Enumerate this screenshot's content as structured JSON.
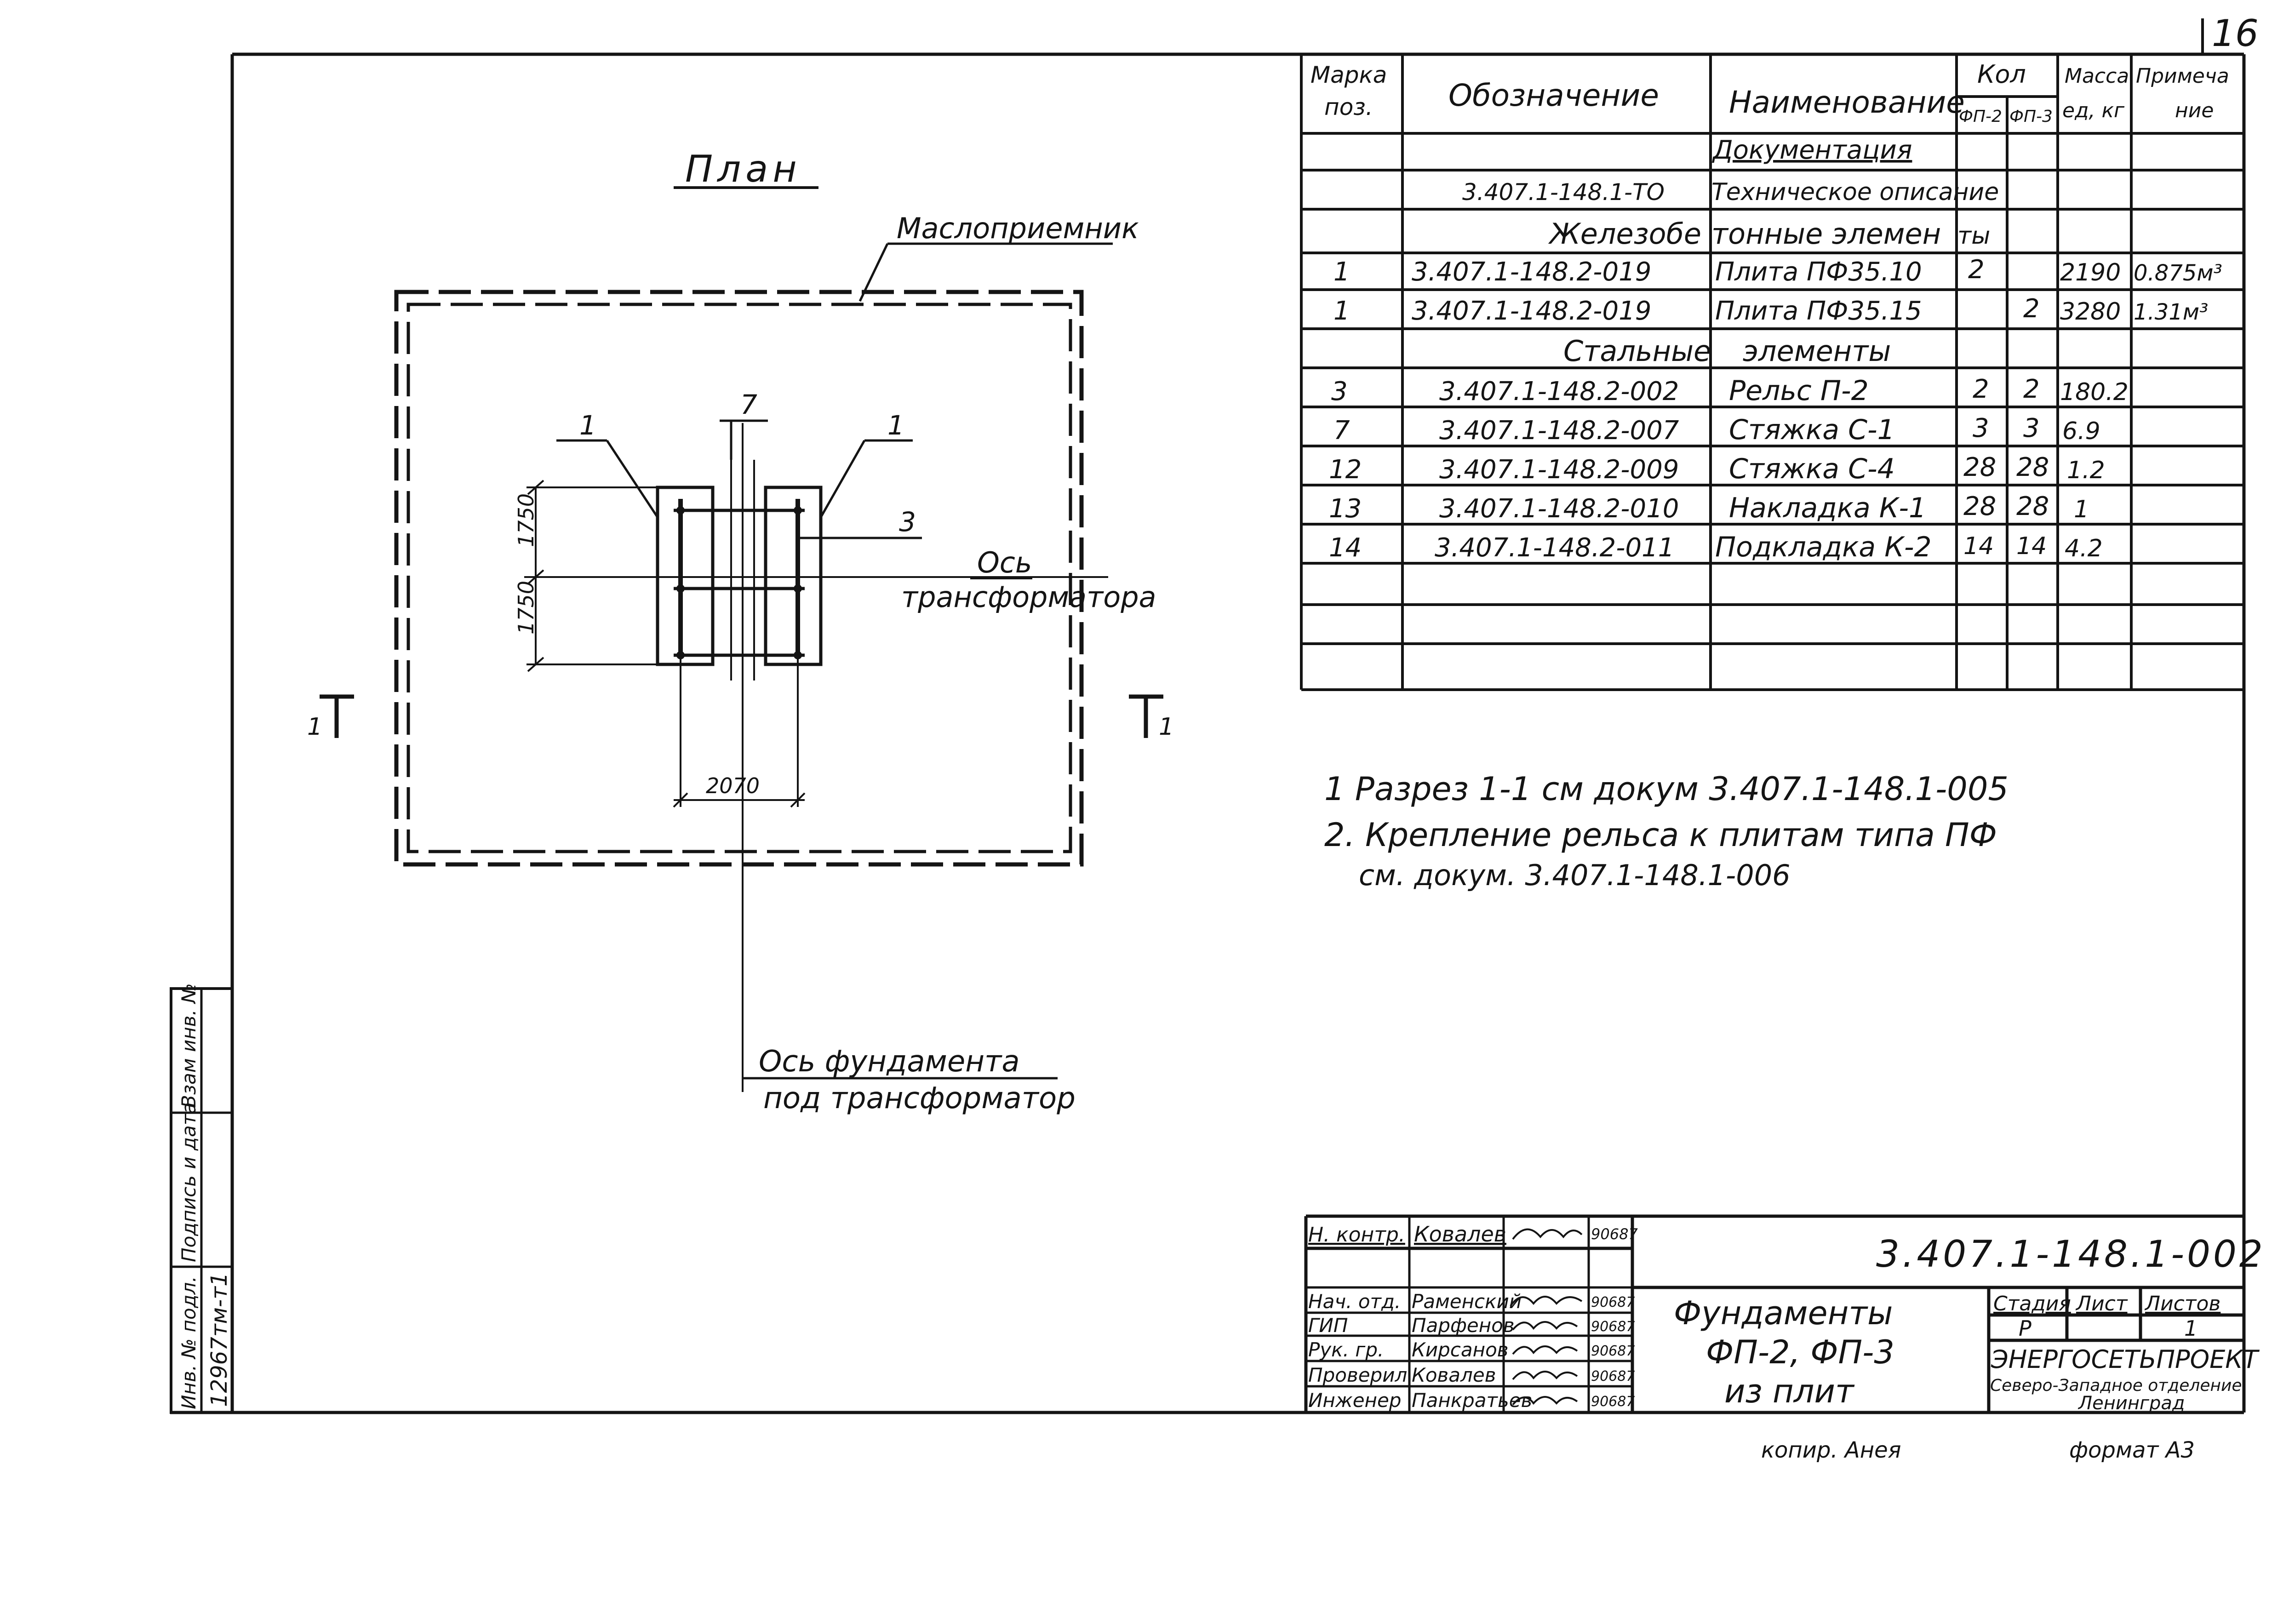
{
  "sheet": {
    "page_number": "16",
    "copier_note": "копир. Анея",
    "format_note": "формат А3"
  },
  "side_stamp": {
    "inv_original_label": "Инв. № подл.",
    "inv_original_value": "12967тм-т1",
    "signature_date_label": "Подпись и дата",
    "replace_inv_label": "Взам инв. №"
  },
  "plan": {
    "title": "План",
    "oil_receiver_label": "Маслоприемник",
    "transformer_axis_label_1": "Ось",
    "transformer_axis_label_2": "трансформатора",
    "foundation_axis_label_1": "Ось фундамента",
    "foundation_axis_label_2": "под трансформатор",
    "callout_1_left": "1",
    "callout_1_right": "1",
    "callout_7": "7",
    "callout_3": "3",
    "dim_1750_top": "1750",
    "dim_1750_bottom": "1750",
    "dim_2070": "2070",
    "section_mark_left": "1",
    "section_mark_right": "1"
  },
  "spec_table": {
    "headers": {
      "marka_1": "Марка",
      "marka_2": "поз.",
      "designation": "Обозначение",
      "name": "Наименование",
      "qty": "Кол",
      "qty_fp2": "ФП-2",
      "qty_fp3": "ФП-3",
      "mass_1": "Масса",
      "mass_2": "ед, кг",
      "note_1": "Примеча",
      "note_2": "ние"
    },
    "section_documentation": "Документация",
    "doc_row": {
      "designation": "3.407.1-148.1-ТО",
      "name": "Техническое описание"
    },
    "section_concrete_left": "Железобе",
    "section_concrete_mid": "тонные элемен",
    "section_concrete_right": "ты",
    "section_steel_left": "Стальные",
    "section_steel_right": "элементы",
    "concrete_rows": [
      {
        "pos": "1",
        "designation": "3.407.1-148.2-019",
        "name": "Плита ПФ35.10",
        "fp2": "2",
        "fp3": "",
        "mass": "2190",
        "note": "0.875м³"
      },
      {
        "pos": "1",
        "designation": "3.407.1-148.2-019",
        "name": "Плита ПФ35.15",
        "fp2": "",
        "fp3": "2",
        "mass": "3280",
        "note": "1.31м³"
      }
    ],
    "steel_rows": [
      {
        "pos": "3",
        "designation": "3.407.1-148.2-002",
        "name": "Рельс П-2",
        "fp2": "2",
        "fp3": "2",
        "mass": "180.2",
        "note": ""
      },
      {
        "pos": "7",
        "designation": "3.407.1-148.2-007",
        "name": "Стяжка С-1",
        "fp2": "3",
        "fp3": "3",
        "mass": "6.9",
        "note": ""
      },
      {
        "pos": "12",
        "designation": "3.407.1-148.2-009",
        "name": "Стяжка С-4",
        "fp2": "28",
        "fp3": "28",
        "mass": "1.2",
        "note": ""
      },
      {
        "pos": "13",
        "designation": "3.407.1-148.2-010",
        "name": "Накладка К-1",
        "fp2": "28",
        "fp3": "28",
        "mass": "1",
        "note": ""
      },
      {
        "pos": "14",
        "designation": "3.407.1-148.2-011",
        "name": "Подкладка К-2",
        "fp2": "14",
        "fp3": "14",
        "mass": "4.2",
        "note": ""
      }
    ]
  },
  "notes": [
    "1 Разрез 1-1 см докум 3.407.1-148.1-005",
    "2. Крепление рельса к плитам типа ПФ",
    "см. докум. 3.407.1-148.1-006"
  ],
  "title_block": {
    "doc_code": "3.407.1-148.1-002",
    "title_1": "Фундаменты",
    "title_2": "ФП-2, ФП-3",
    "title_3": "из плит",
    "stage_label": "Стадия",
    "sheet_label": "Лист",
    "sheets_label": "Листов",
    "stage_value": "Р",
    "sheet_value": "",
    "sheets_value": "1",
    "org_1": "ЭНЕРГОСЕТЬПРОЕКТ",
    "org_2": "Северо-Западное отделение",
    "org_3": "Ленинград",
    "people": [
      {
        "role": "Н. контр.",
        "name": "Ковалев",
        "date": "90687"
      },
      {
        "role": "Нач. отд.",
        "name": "Раменский",
        "date": "90687"
      },
      {
        "role": "ГИП",
        "name": "Парфенов",
        "date": "90687"
      },
      {
        "role": "Рук. гр.",
        "name": "Кирсанов",
        "date": "90687"
      },
      {
        "role": "Проверил",
        "name": "Ковалев",
        "date": "90687"
      },
      {
        "role": "Инженер",
        "name": "Панкратьев",
        "date": "90687"
      }
    ]
  }
}
